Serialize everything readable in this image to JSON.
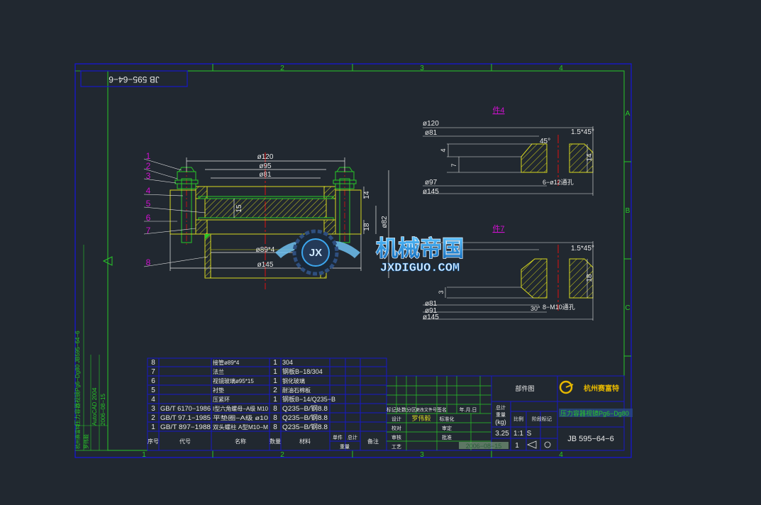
{
  "colors": {
    "background": "#212830",
    "frame": "#1717c8",
    "border": "#28c828",
    "part": "#d8d820",
    "centerline": "#e01010",
    "dimension": "#e8e8e8",
    "label": "#d010d0",
    "watermark_blue": "#1d8fd6"
  },
  "frame": {
    "zones_top": [
      "2",
      "3",
      "4"
    ],
    "zones_bottom": [
      "1",
      "2",
      "3",
      "4"
    ],
    "zones_right": [
      "A",
      "B",
      "C"
    ],
    "tag_code": "JB 595−64−6"
  },
  "main_view": {
    "balloons": [
      "1",
      "2",
      "3",
      "4",
      "5",
      "6",
      "7",
      "8"
    ],
    "dims": {
      "d120": "ø120",
      "d95": "ø95",
      "d81": "ø81",
      "h15": "15",
      "h14": "14",
      "h18": "18",
      "d82": "ø82",
      "d89": "ø89*4",
      "d145": "ø145"
    }
  },
  "part4": {
    "title": "件4",
    "dims": {
      "d120": "ø120",
      "d81": "ø81",
      "a45": "45°",
      "c15": "1.5*45°",
      "h4": "4",
      "h7": "7",
      "h14": "14",
      "d97": "ø97",
      "holes": "6−ø12通孔",
      "d145": "ø145"
    }
  },
  "part7": {
    "title": "件7",
    "dims": {
      "c15": "1.5*45°",
      "h3": "3",
      "h18": "18",
      "d81": "ø81",
      "d91": "ø91",
      "a30": "30°",
      "threads": "8−M10通孔",
      "d145": "ø145"
    }
  },
  "watermark": {
    "logo": "JX",
    "name": "机械帝国",
    "url": "JXDIGUO.COM"
  },
  "bom": {
    "rows": [
      {
        "no": "8",
        "code": "",
        "name": "接管ø89*4",
        "qty": "1",
        "mat": "304"
      },
      {
        "no": "7",
        "code": "",
        "name": "法兰",
        "qty": "1",
        "mat": "钢板B−18/304"
      },
      {
        "no": "6",
        "code": "",
        "name": "视镜玻璃ø95*15",
        "qty": "1",
        "mat": "钢化玻璃"
      },
      {
        "no": "5",
        "code": "",
        "name": "衬垫",
        "qty": "2",
        "mat": "耐油石棉板"
      },
      {
        "no": "4",
        "code": "",
        "name": "压紧环",
        "qty": "1",
        "mat": "钢板B−14/Q235−B"
      },
      {
        "no": "3",
        "code": "GB/T 6170−1986",
        "name": "I型六角螺母−A级 M10",
        "qty": "8",
        "mat": "Q235−B/钢8.8"
      },
      {
        "no": "2",
        "code": "GB/T 97.1−1985",
        "name": "平垫圈−A级 ø10",
        "qty": "8",
        "mat": "Q235−B/钢8.8"
      },
      {
        "no": "1",
        "code": "GB/T 897−1988",
        "name": "双头螺柱 A型M10−M",
        "qty": "8",
        "mat": "Q235−B/钢8.8"
      }
    ],
    "header": {
      "no": "序号",
      "code": "代号",
      "name": "名称",
      "qty": "数量",
      "mat": "材料",
      "unit": "单件",
      "total": "总计",
      "weight": "重量",
      "remark": "备注"
    }
  },
  "title_block": {
    "drawing_type": "部件图",
    "company": "杭州赛富特",
    "product": "压力容器视镜Pg6−Dg80",
    "code": "JB 595−64−6",
    "weight_label": "总计",
    "weight_label2": "重量",
    "weight_unit": "(kg)",
    "weight": "3.25",
    "scale_label": "比例",
    "scale": "1:1",
    "stage_label": "阶段标记",
    "stage": "S",
    "sheet": "1",
    "date": "2006−08−15",
    "sign_name": "罗伟毅",
    "sign_rows": [
      "设计",
      "校对",
      "审核",
      "工艺"
    ],
    "sign_rows2": [
      "标准化",
      "审定",
      "批准"
    ],
    "change_headers": [
      "标记",
      "处数",
      "分区",
      "更改文件号",
      "签名",
      "年.月.日"
    ]
  },
  "side_notes": {
    "v1": "压力容器视镜Pg6−Dg80 JB595−64−6",
    "v2": "AutoCAD 2004",
    "v3": "2006−08−15",
    "v4": "罗伟毅",
    "v5": "杭州赛富特"
  }
}
